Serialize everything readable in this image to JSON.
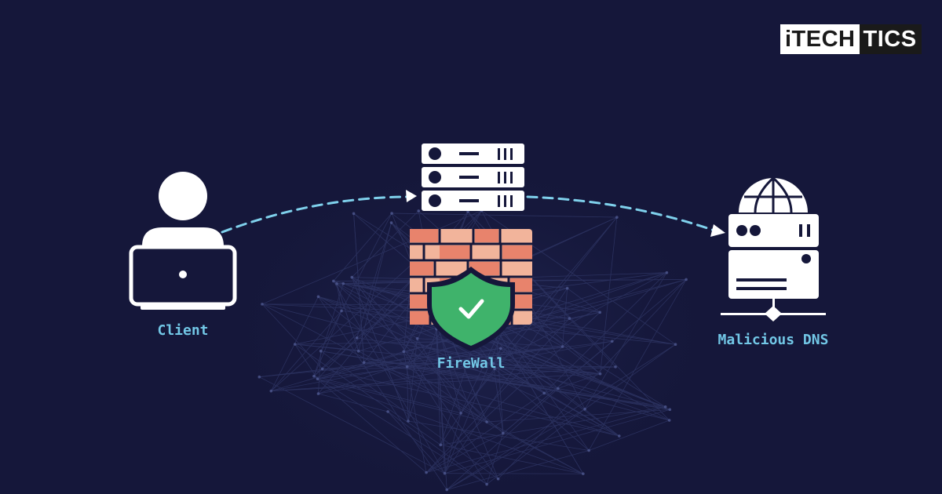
{
  "logo": {
    "text_left": "iTECH",
    "text_right": "TICS"
  },
  "nodes": {
    "client": {
      "label": "Client"
    },
    "firewall": {
      "label": "FireWall"
    },
    "dns": {
      "label": "Malicious DNS"
    }
  },
  "colors": {
    "background": "#15173a",
    "arrow": "#7fd1ec",
    "label": "#72c7e6",
    "icon": "#ffffff",
    "brick_light": "#f2b49b",
    "brick_dark": "#e8836c",
    "shield": "#3fb36b"
  }
}
